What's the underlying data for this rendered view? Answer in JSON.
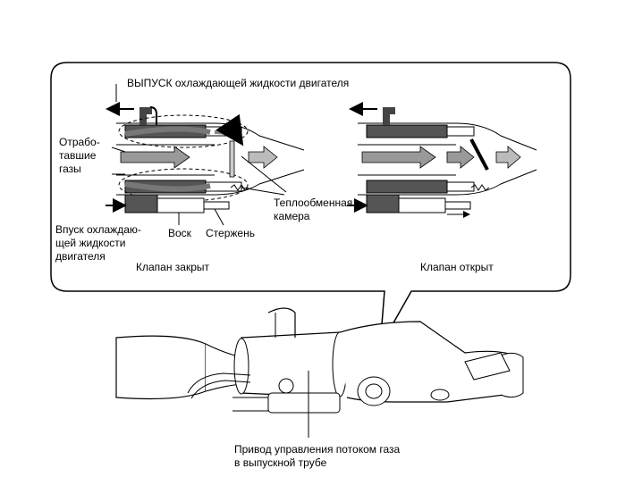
{
  "callout": {
    "coolant_outlet": "ВЫПУСК охлаждающей жидкости двигателя",
    "exhaust_gas": "Отрабо-\nтавшие\nгазы",
    "heat_exchanger": "Теплообменная\nкамера",
    "coolant_inlet": "Впуск охлаждаю-\nщей жидкости\nдвигателя",
    "wax": "Воск",
    "rod": "Стержень",
    "valve_closed": "Клапан закрыт",
    "valve_open": "Клапан открыт"
  },
  "main": {
    "actuator": "Привод управления потоком газа\nв выпускной трубе"
  }
}
